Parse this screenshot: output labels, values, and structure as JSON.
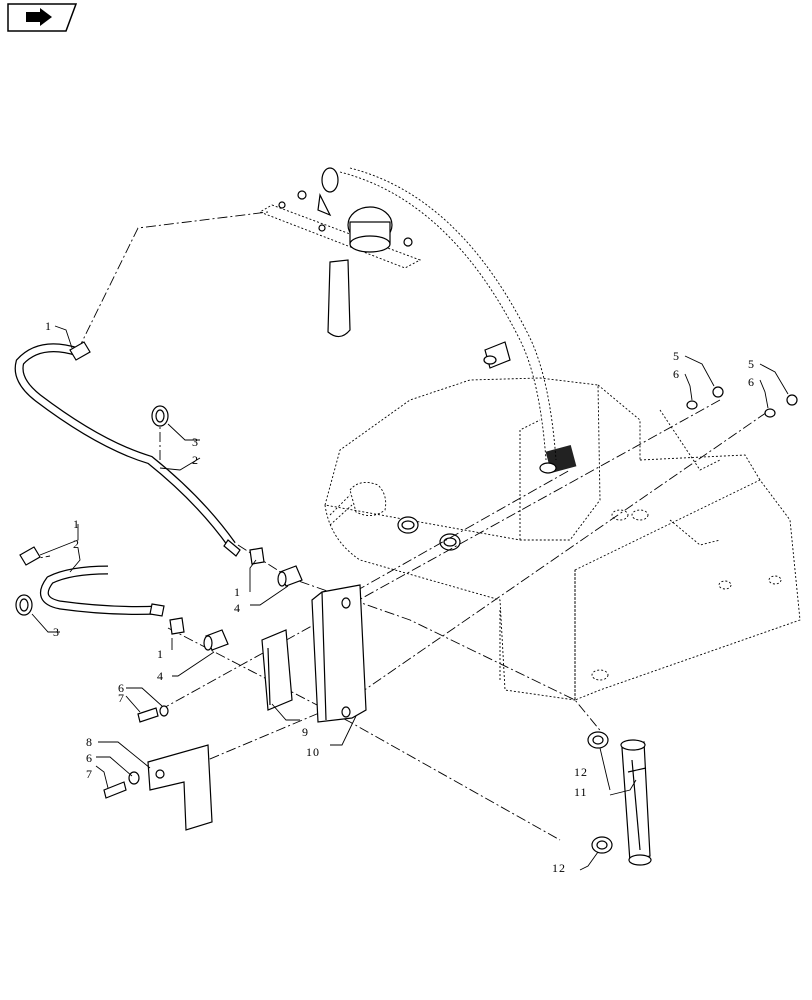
{
  "nav_icon": {
    "name": "page-arrow-icon",
    "color": "#000000"
  },
  "callouts": {
    "c1a": "1",
    "c1b": "1",
    "c1c": "1",
    "c1d": "1",
    "c2a": "2",
    "c2b": "2",
    "c3a": "3",
    "c3b": "3",
    "c4a": "4",
    "c4b": "4",
    "c5a": "5",
    "c5b": "5",
    "c6a": "6",
    "c6b": "6",
    "c6c": "6",
    "c6d": "6",
    "c7a": "7",
    "c7b": "7",
    "c8": "8",
    "c9": "9",
    "c10": "10",
    "c11": "11",
    "c12a": "12",
    "c12b": "12"
  }
}
